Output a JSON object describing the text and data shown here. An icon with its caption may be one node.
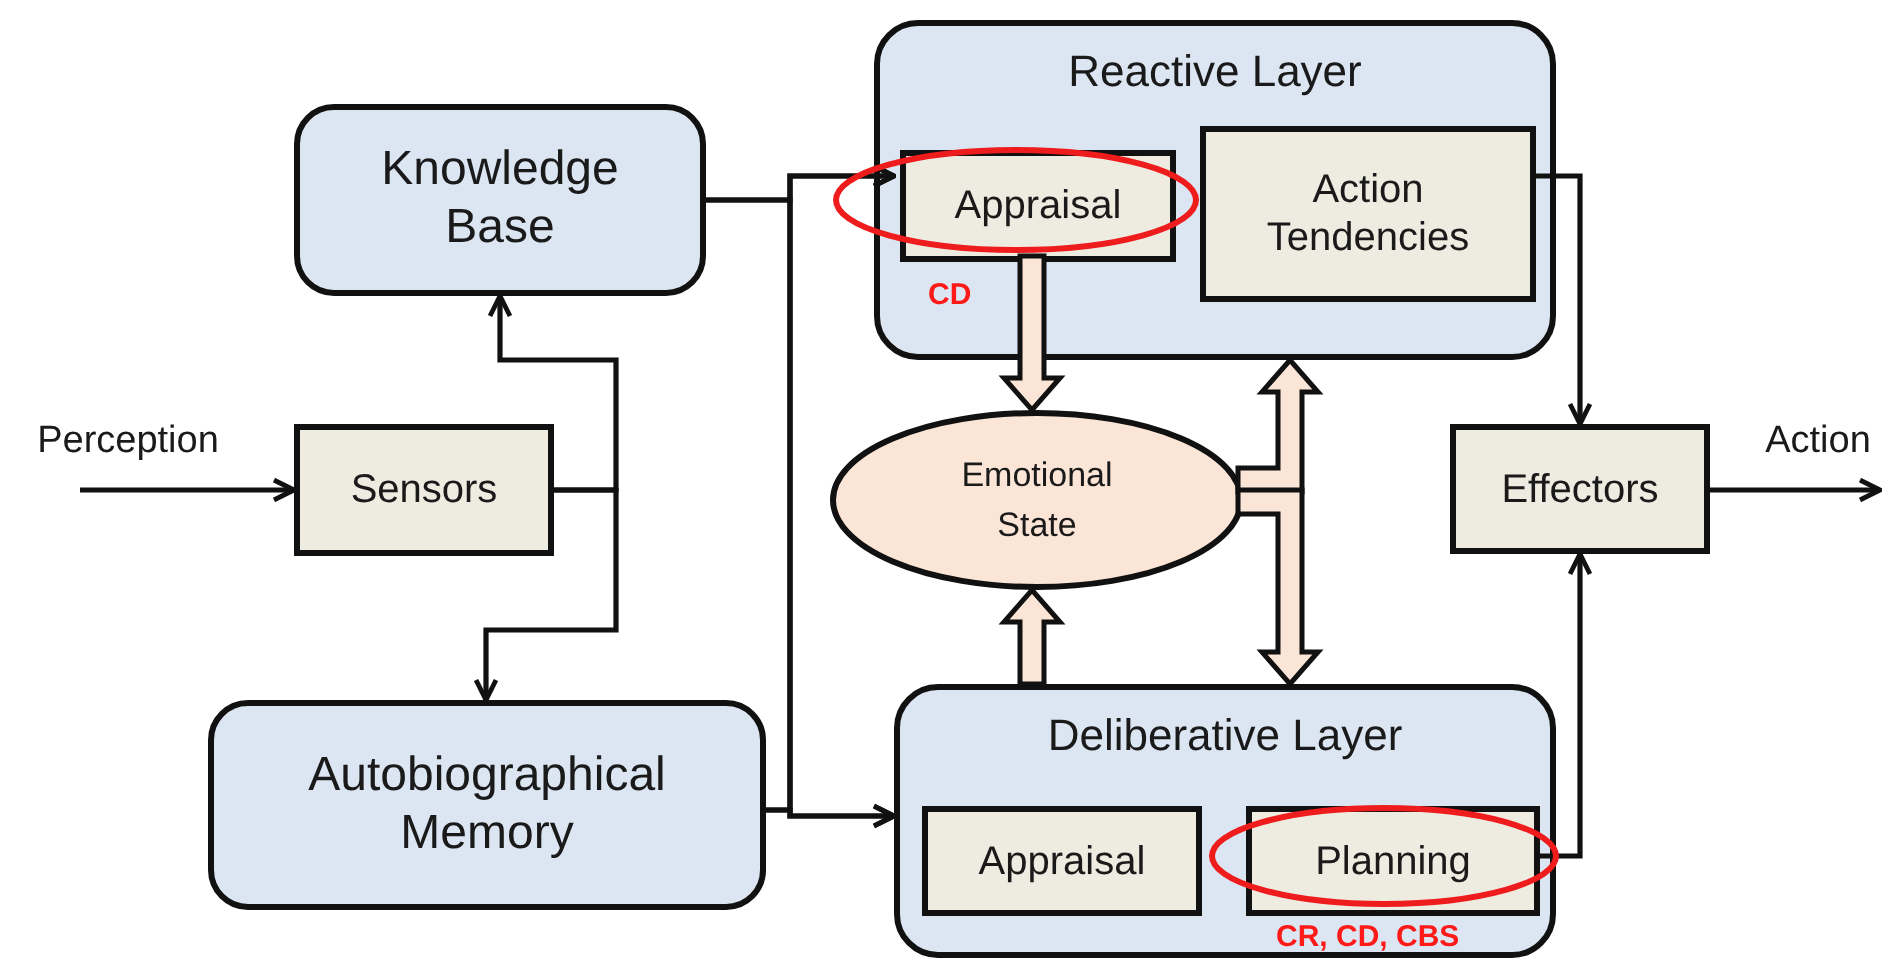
{
  "diagram": {
    "nodes": [
      {
        "text": [
          "Perception"
        ]
      },
      {
        "text": [
          "Sensors"
        ]
      },
      {
        "text": [
          "Knowledge Base"
        ]
      },
      {
        "text": [
          "Autobiographical Memory"
        ]
      },
      {
        "text": [
          "Reactive Layer",
          "CD"
        ]
      },
      {
        "text": [
          "Appraisal"
        ],
        "in": 4
      },
      {
        "text": [
          "Action Tendencies"
        ],
        "in": 4
      },
      {
        "text": [
          "Emotional State"
        ]
      },
      {
        "text": [
          "Deliberative Layer",
          "CR, CD, CBS"
        ]
      },
      {
        "text": [
          "Appraisal"
        ],
        "in": 8
      },
      {
        "text": [
          "Planning"
        ],
        "in": 8
      },
      {
        "text": [
          "Effectors"
        ]
      },
      {
        "text": [
          "Action"
        ]
      }
    ],
    "edges": [
      {
        "from": 0,
        "to": 1,
        "arrow": "to"
      },
      {
        "from": 1,
        "to": 2,
        "arrow": "to"
      },
      {
        "from": 1,
        "to": 3,
        "arrow": "to"
      },
      {
        "from": 2,
        "to": 5,
        "arrow": "to"
      },
      {
        "from": 2,
        "to": 8,
        "arrow": "to"
      },
      {
        "from": 3,
        "to": 5,
        "arrow": "to"
      },
      {
        "from": 3,
        "to": 8,
        "arrow": "to"
      },
      {
        "from": 5,
        "to": 7,
        "arrow": "to",
        "style": "thick"
      },
      {
        "from": 8,
        "to": 7,
        "arrow": "to",
        "style": "thick"
      },
      {
        "from": 7,
        "to": 4,
        "arrow": "to",
        "style": "thick"
      },
      {
        "from": 7,
        "to": 8,
        "arrow": "to",
        "style": "thick"
      },
      {
        "from": 6,
        "to": 11,
        "arrow": "to"
      },
      {
        "from": 10,
        "to": 11,
        "arrow": "to"
      },
      {
        "from": 11,
        "to": 12,
        "arrow": "to"
      }
    ]
  }
}
